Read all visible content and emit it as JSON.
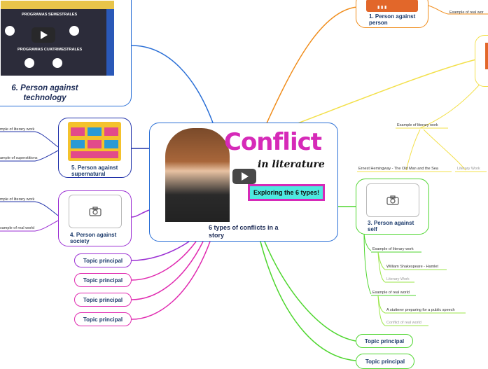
{
  "central": {
    "title": "6 types of conflicts in a story",
    "thumb_word1": "Conflict",
    "thumb_word2": "in literature",
    "thumb_banner": "Exploring the 6 types!"
  },
  "nodes": {
    "n1": "1. Person against person",
    "n3": "3. Person against self",
    "n4": "4. Person against society",
    "n5": "5. Person against supernatural",
    "n6": "6. Person against technology"
  },
  "n6_thumb": {
    "heading1": "PROGRAMAS SEMESTRALES",
    "heading2": "PROGRAMAS CUATRIMESTRALES"
  },
  "leaves": {
    "example_real_top": "Example of real wor",
    "example_literary_mid": "Example of literary work",
    "hemingway": "Ernest Hemingway - The Old Man and the Sea",
    "literary_work_right": "Literary Work",
    "self_example_literary": "Example of literary work",
    "shakespeare": "William Shakespeare - Hamlet",
    "self_literary_work": "Literary Work",
    "self_example_real": "Example of real world",
    "stutterer": "A stutterer preparing for a public speech",
    "conflict_real_world": "Conflict of real world",
    "n5_example_literary": "mple of literary work",
    "n5_example_superstitions": "ample of superstitions",
    "n4_example_literary": "mple of literary work",
    "n4_example_real": "xample of real world"
  },
  "topics_left": [
    "Topic principal",
    "Topic principal",
    "Topic principal",
    "Topic principal"
  ],
  "topics_right": [
    "Topic principal",
    "Topic principal"
  ],
  "colors": {
    "blue": "#2a6fd6",
    "orange": "#f08c1a",
    "yellow": "#f3e04a",
    "green": "#4ed62e",
    "purple": "#9b2fd3",
    "magenta": "#e02ab0",
    "navy": "#2233aa"
  }
}
